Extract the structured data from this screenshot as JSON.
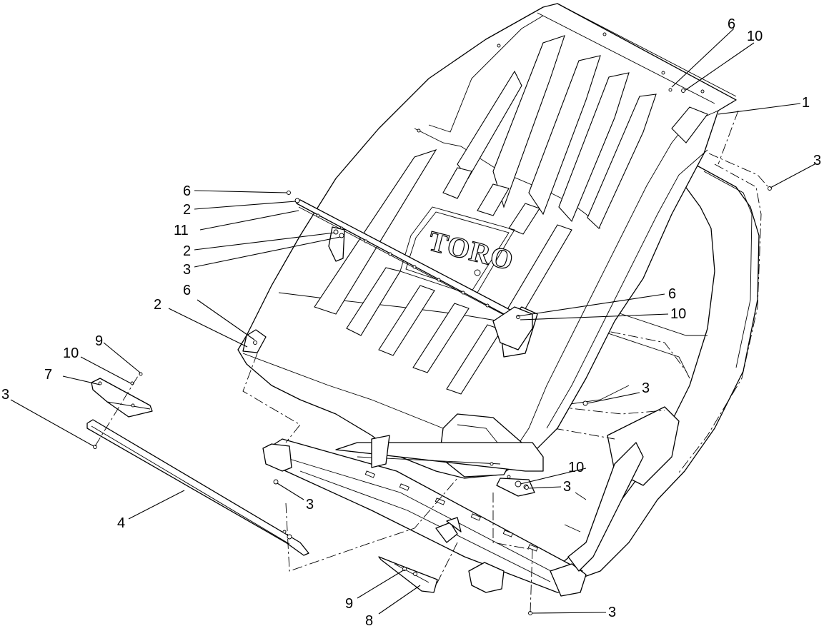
{
  "logo": {
    "text": "TORO"
  },
  "callouts": [
    {
      "label": "1"
    },
    {
      "label": "2"
    },
    {
      "label": "2"
    },
    {
      "label": "2"
    },
    {
      "label": "3"
    },
    {
      "label": "3"
    },
    {
      "label": "3"
    },
    {
      "label": "3"
    },
    {
      "label": "3"
    },
    {
      "label": "3"
    },
    {
      "label": "3"
    },
    {
      "label": "4"
    },
    {
      "label": "6"
    },
    {
      "label": "6"
    },
    {
      "label": "6"
    },
    {
      "label": "6"
    },
    {
      "label": "7"
    },
    {
      "label": "8"
    },
    {
      "label": "9"
    },
    {
      "label": "9"
    },
    {
      "label": "10"
    },
    {
      "label": "10"
    },
    {
      "label": "10"
    },
    {
      "label": "10"
    },
    {
      "label": "11"
    }
  ]
}
